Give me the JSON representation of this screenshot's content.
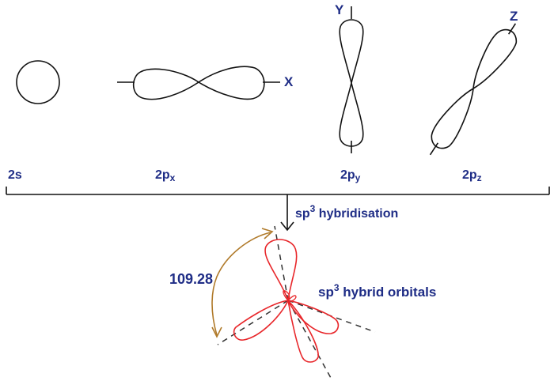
{
  "orbitals": {
    "s_label": "2s",
    "px": {
      "base": "2p",
      "sub": "x",
      "axis": "X"
    },
    "py": {
      "base": "2p",
      "sub": "y",
      "axis": "Y"
    },
    "pz": {
      "base": "2p",
      "sub": "z",
      "axis": "Z"
    }
  },
  "process": {
    "prefix": "sp",
    "sup": "3",
    "rest": " hybridisation"
  },
  "result": {
    "prefix": "sp",
    "sup": "3",
    "rest": " hybrid orbitals"
  },
  "angle_label": "109.28",
  "colors": {
    "text": "#1f2d86",
    "outline": "#111111",
    "hybrid": "#e8262a",
    "angle_arrow": "#b07a2a"
  }
}
